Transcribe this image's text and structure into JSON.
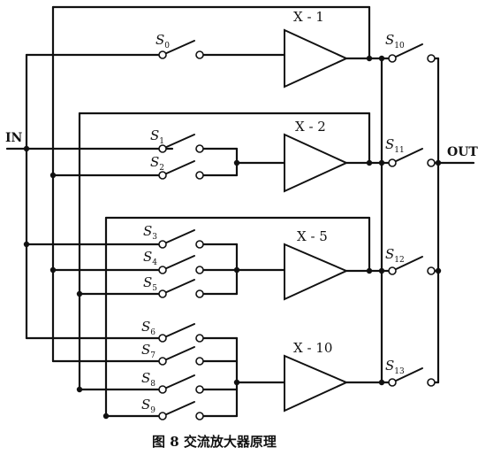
{
  "diagram": {
    "input_label": "IN",
    "output_label": "OUT",
    "caption": "图 8  交流放大器原理",
    "amplifiers": [
      {
        "label": "X - 1"
      },
      {
        "label": "X - 2"
      },
      {
        "label": "X - 5"
      },
      {
        "label": "X - 10"
      }
    ],
    "input_switches": [
      {
        "letter": "S",
        "sub": "0"
      },
      {
        "letter": "S",
        "sub": "1"
      },
      {
        "letter": "S",
        "sub": "2"
      },
      {
        "letter": "S",
        "sub": "3"
      },
      {
        "letter": "S",
        "sub": "4"
      },
      {
        "letter": "S",
        "sub": "5"
      },
      {
        "letter": "S",
        "sub": "6"
      },
      {
        "letter": "S",
        "sub": "7"
      },
      {
        "letter": "S",
        "sub": "8"
      },
      {
        "letter": "S",
        "sub": "9"
      }
    ],
    "output_switches": [
      {
        "letter": "S",
        "sub": "10"
      },
      {
        "letter": "S",
        "sub": "11"
      },
      {
        "letter": "S",
        "sub": "12"
      },
      {
        "letter": "S",
        "sub": "13"
      }
    ]
  }
}
